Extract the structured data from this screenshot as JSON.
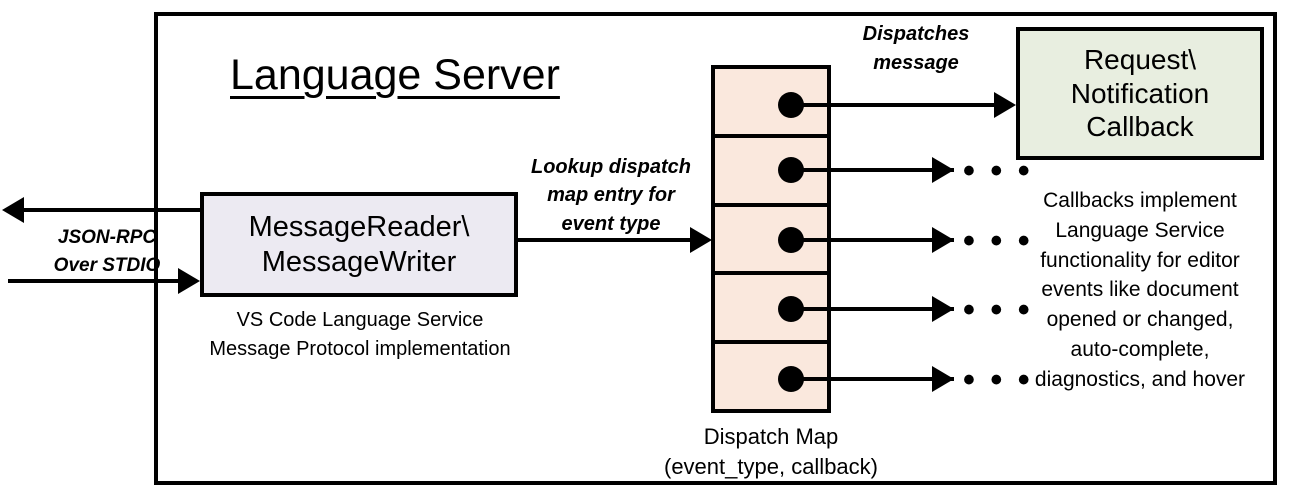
{
  "diagram": {
    "title": "Language Server",
    "io": {
      "label_line1": "JSON-RPC",
      "label_line2": "Over STDIO"
    },
    "message_box": {
      "line1": "MessageReader\\",
      "line2": "MessageWriter",
      "caption_line1": "VS Code Language Service",
      "caption_line2": "Message Protocol implementation"
    },
    "lookup_label": {
      "line1": "Lookup dispatch",
      "line2": "map entry for",
      "line3": "event type"
    },
    "dispatch_map": {
      "caption_line1": "Dispatch Map",
      "caption_line2": "(event_type, callback)",
      "row_count": 5,
      "rows": [
        {
          "ellipsis": ""
        },
        {
          "ellipsis": "• • •"
        },
        {
          "ellipsis": "• • •"
        },
        {
          "ellipsis": "• • •"
        },
        {
          "ellipsis": "• • •"
        }
      ]
    },
    "dispatch_message_label": {
      "line1": "Dispatches",
      "line2": "message"
    },
    "callback_box": {
      "line1": "Request\\",
      "line2": "Notification",
      "line3": "Callback",
      "caption_line1": "Callbacks implement",
      "caption_line2": "Language Service",
      "caption_line3": "functionality for editor",
      "caption_line4": "events like document",
      "caption_line5": "opened or changed,",
      "caption_line6": "auto-complete,",
      "caption_line7": "diagnostics, and hover"
    },
    "colors": {
      "stroke": "#000000",
      "message_box_fill": "#eceaf2",
      "dispatch_map_fill": "#fae8dd",
      "callback_box_fill": "#e8eee0",
      "background": "#ffffff"
    }
  }
}
